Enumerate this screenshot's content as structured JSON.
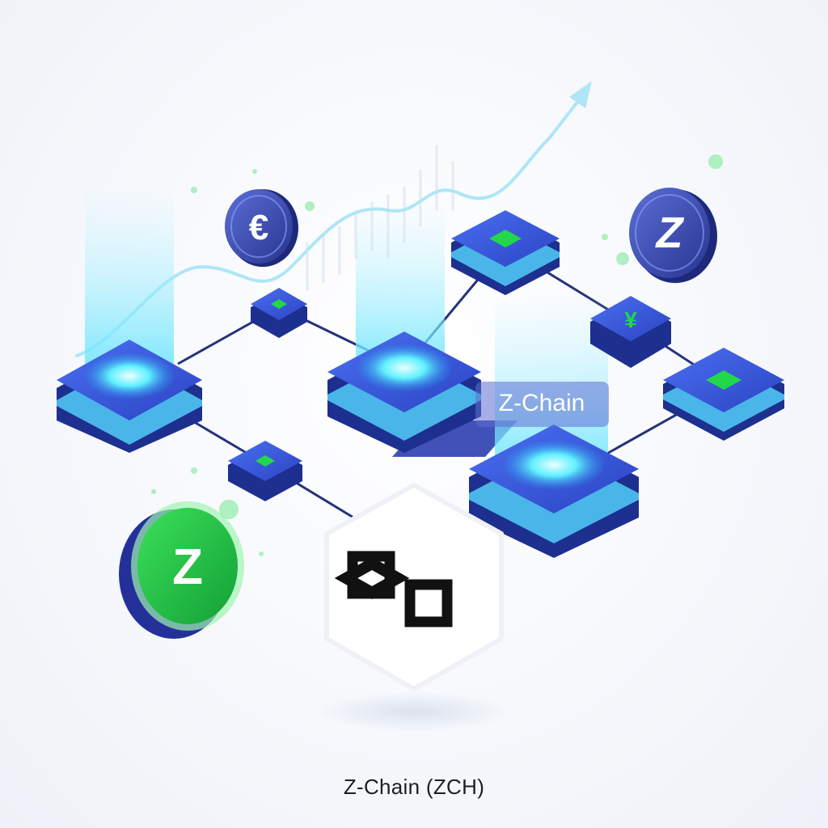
{
  "illustration": {
    "caption": "Z-Chain (ZCH)",
    "floating_label": "Z-Chain",
    "coins": {
      "euro_symbol": "€",
      "blue_z_symbol": "Z",
      "green_z_symbol": "Z",
      "yen_symbol": "¥"
    },
    "colors": {
      "node_top": "#3a5ee0",
      "node_side": "#1d2f8f",
      "glow_cyan": "#5ff0ff",
      "accent_green": "#22d84a",
      "beam": "#8fe3ff",
      "trend_line": "#aee6f7",
      "caption_text": "#1c1f2a"
    }
  }
}
